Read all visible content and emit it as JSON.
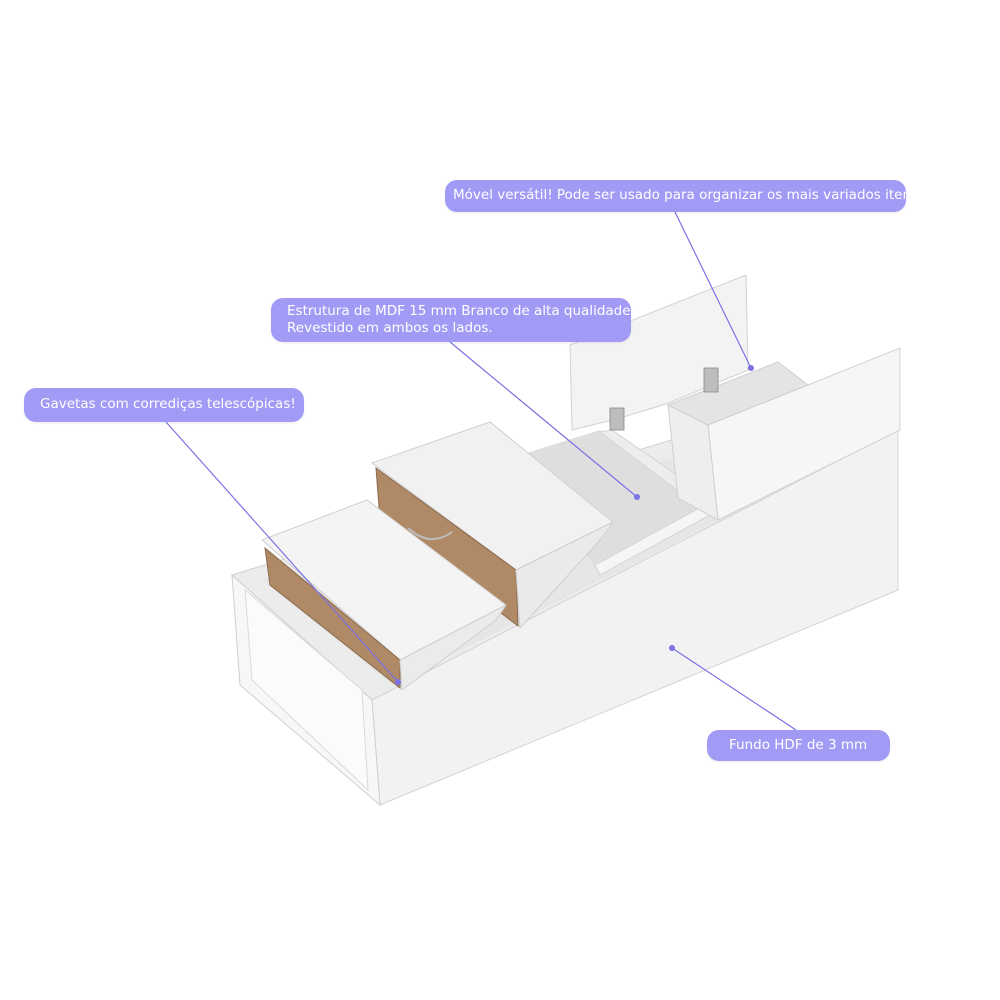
{
  "callouts": {
    "versatile": "Móvel versátil! Pode ser usado para organizar os mais variados itens",
    "mdf_line1": "Estrutura de MDF 15 mm Branco de alta qualidade.",
    "mdf_line2": "Revestido em ambos os lados.",
    "drawers": "Gavetas com corrediças telescópicas!",
    "hdf": "Fundo HDF de 3 mm"
  },
  "colors": {
    "callout_bg": "#a29bf5",
    "leader_line": "#7b72e6",
    "panel_white": "#f4f4f4",
    "panel_shade": "#e2e2e2",
    "drawer_wood": "#b08a66"
  }
}
